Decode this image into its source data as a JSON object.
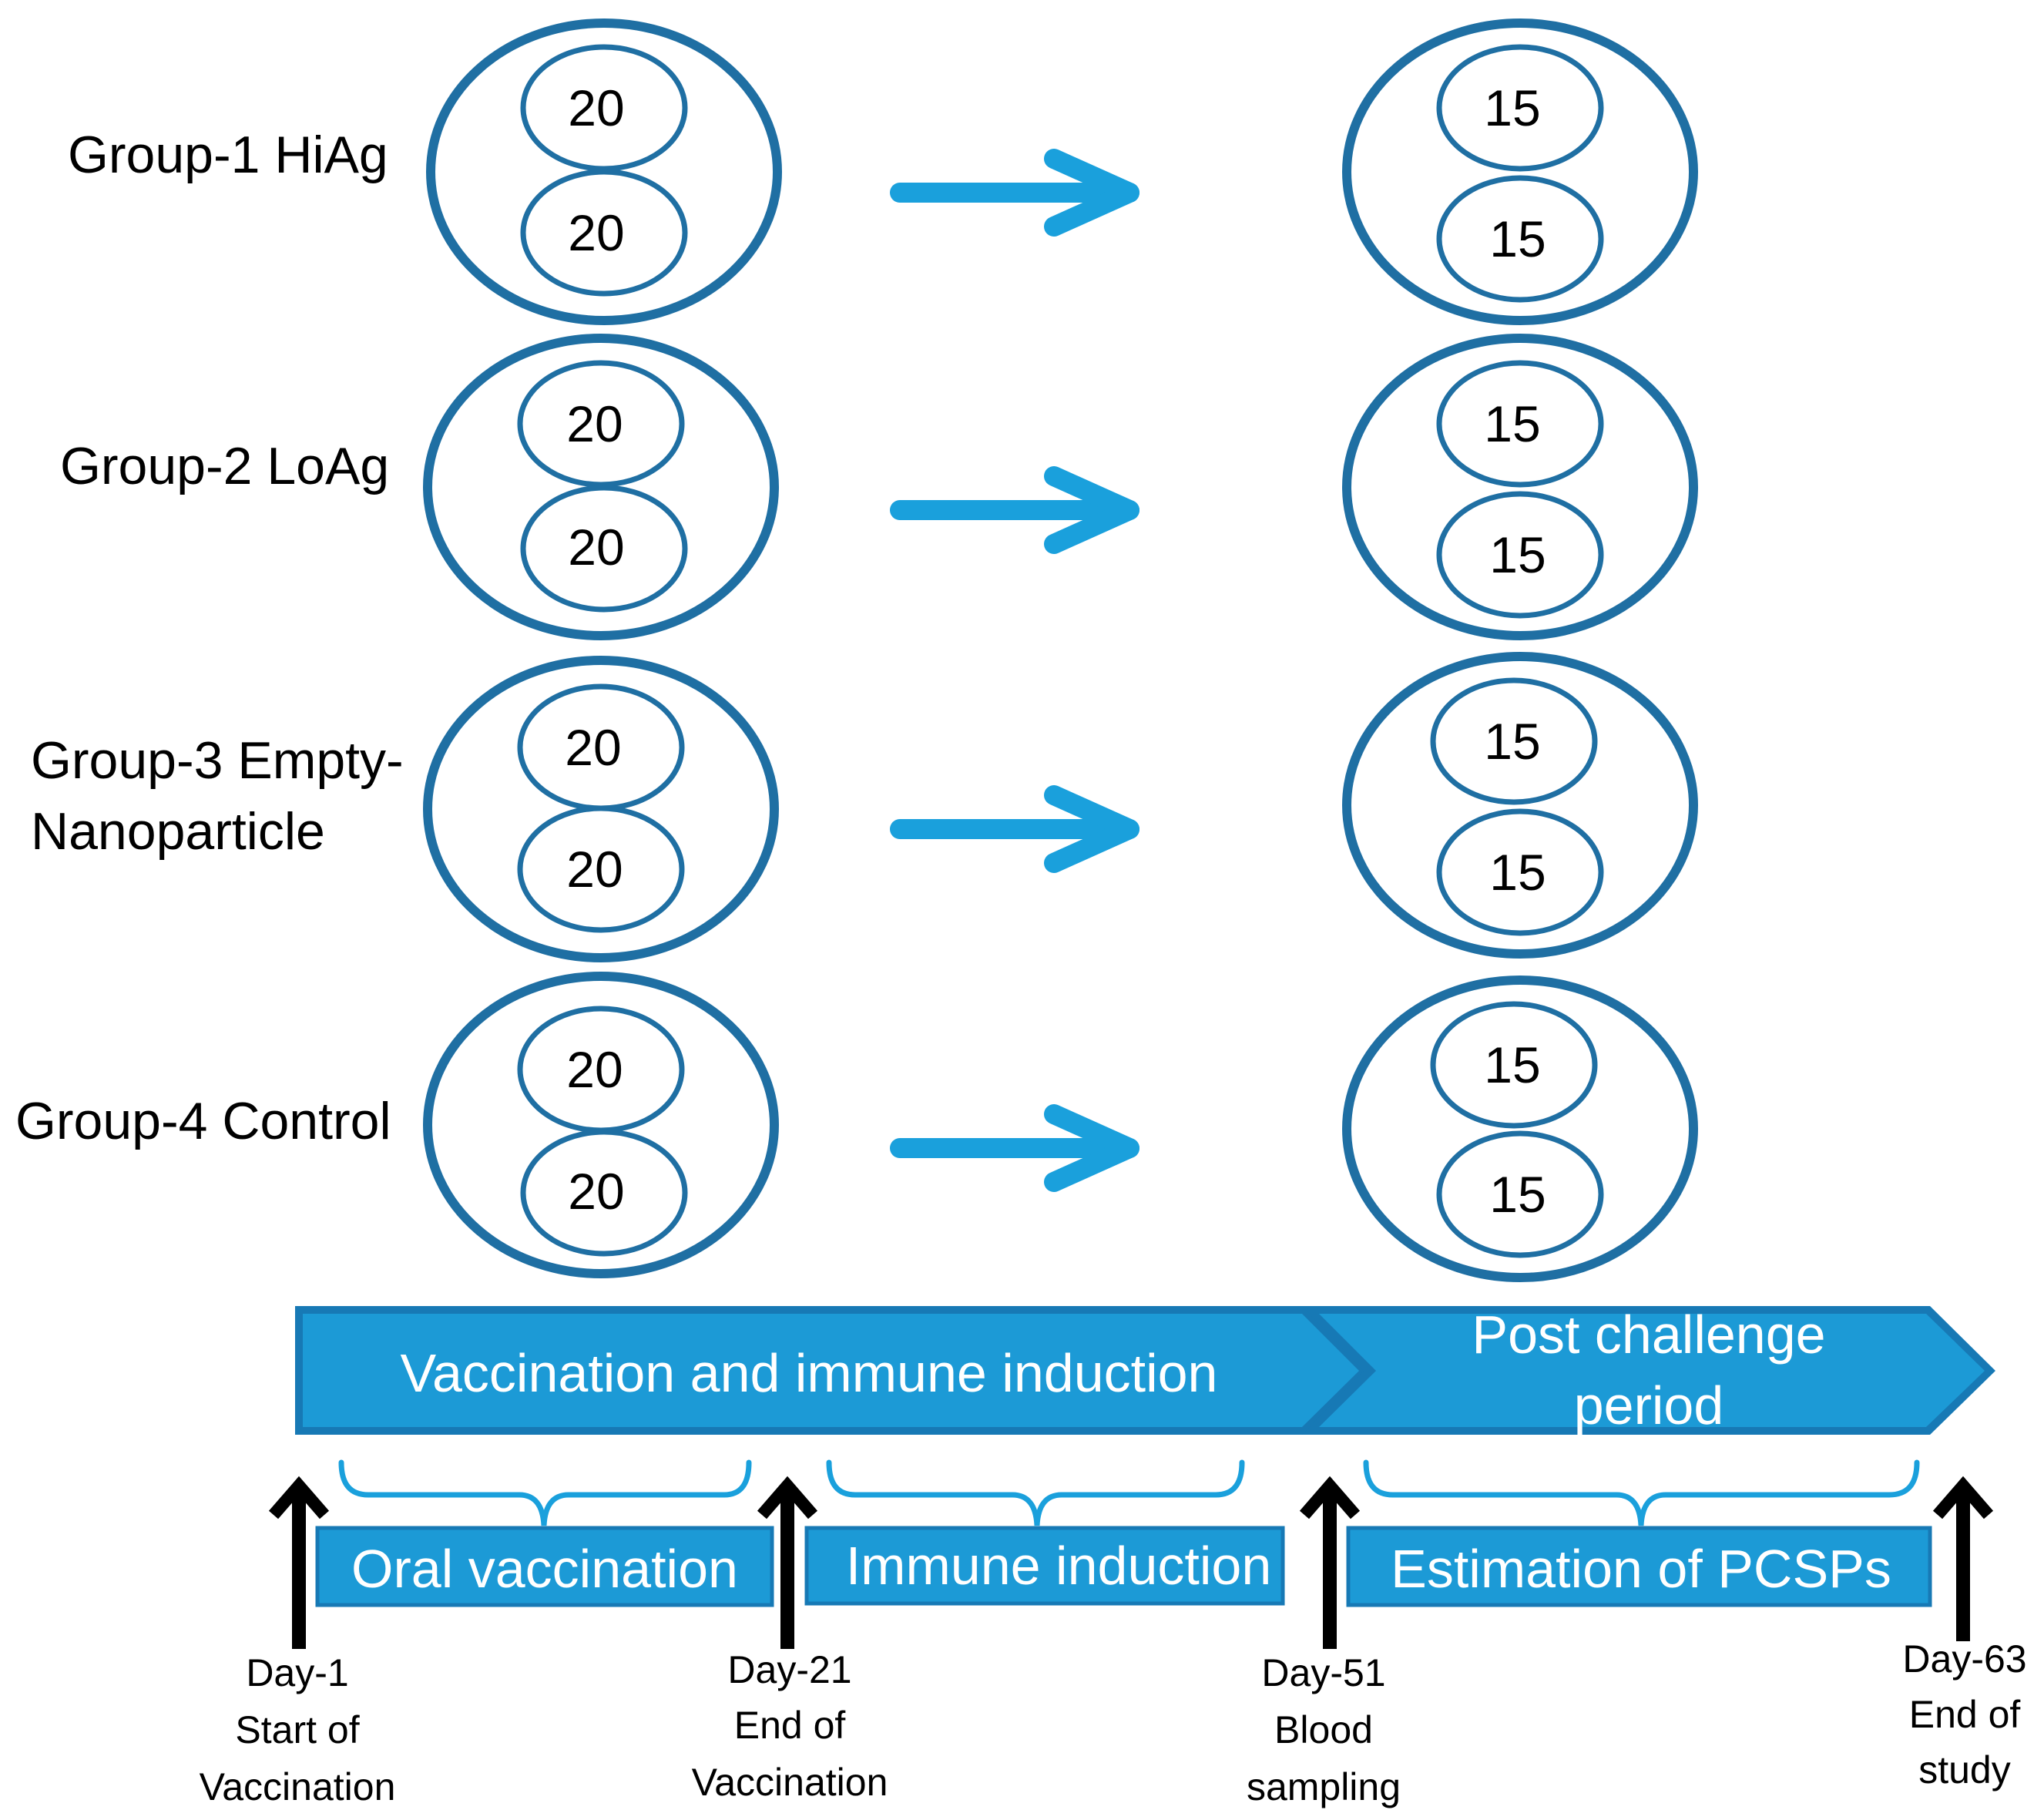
{
  "colors": {
    "outline": "#1f6fa3",
    "arrow": "#1aa0dc",
    "banner_fill": "#1c9ad6",
    "banner_edge": "#1779b5",
    "brace": "#1aa0dc",
    "timeline_arrow": "#000000"
  },
  "groups": [
    {
      "label_lines": [
        "Group-1 HiAg"
      ],
      "start_counts": [
        "20",
        "20"
      ],
      "end_counts": [
        "15",
        "15"
      ]
    },
    {
      "label_lines": [
        "Group-2 LoAg"
      ],
      "start_counts": [
        "20",
        "20"
      ],
      "end_counts": [
        "15",
        "15"
      ]
    },
    {
      "label_lines": [
        "Group-3 Empty-",
        "Nanoparticle"
      ],
      "start_counts": [
        "20",
        "20"
      ],
      "end_counts": [
        "15",
        "15"
      ]
    },
    {
      "label_lines": [
        "Group-4 Control"
      ],
      "start_counts": [
        "20",
        "20"
      ],
      "end_counts": [
        "15",
        "15"
      ]
    }
  ],
  "phases": {
    "vaccination_label": "Vaccination and immune induction",
    "post_challenge_lines": [
      "Post challenge",
      "period"
    ]
  },
  "boxes": [
    "Oral vaccination",
    "Immune induction",
    "Estimation of PCSPs"
  ],
  "timepoints": [
    {
      "lines": [
        "Day-1",
        "Start of",
        "Vaccination"
      ]
    },
    {
      "lines": [
        "Day-21",
        "End of",
        "Vaccination"
      ]
    },
    {
      "lines": [
        "Day-51",
        "Blood",
        "sampling"
      ]
    },
    {
      "lines": [
        "Day-63",
        "End of",
        "study"
      ]
    }
  ]
}
